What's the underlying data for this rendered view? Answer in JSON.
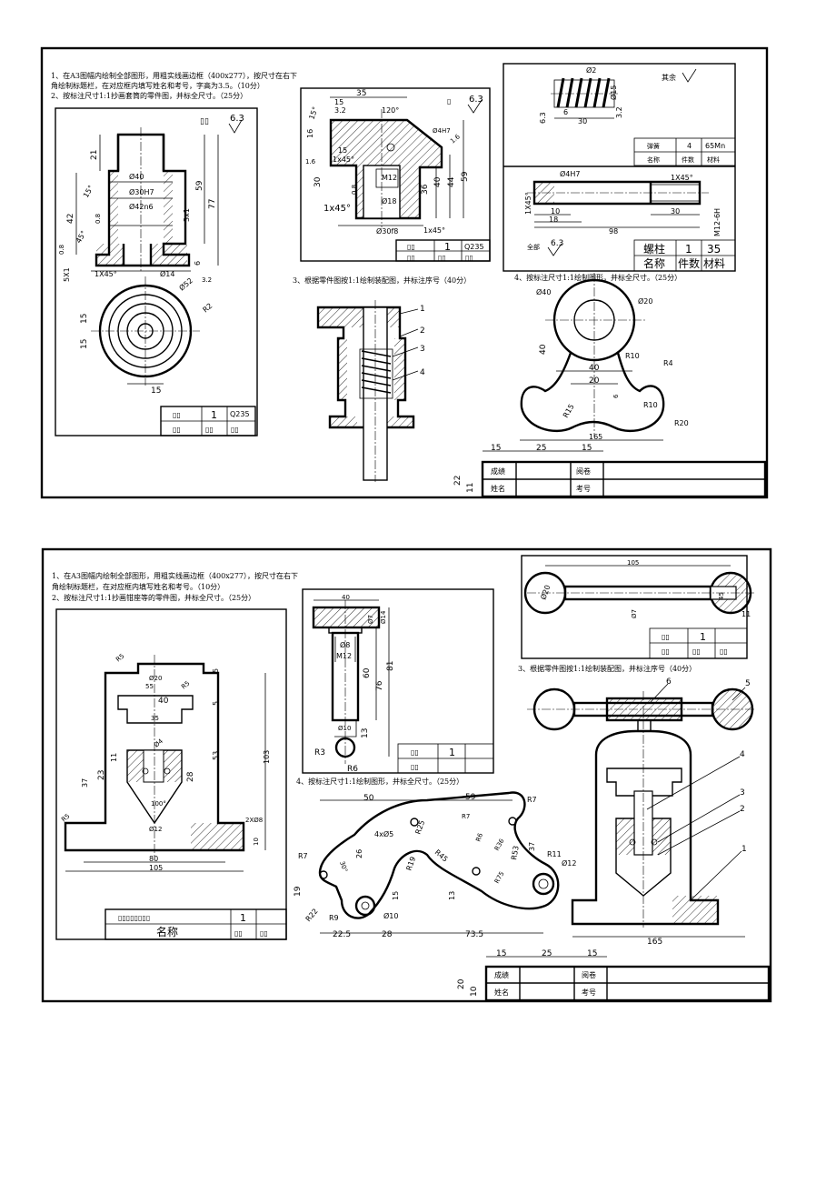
{
  "sheet1": {
    "instructions": [
      "1、在A3图幅内绘制全部图形，用粗实线画边框（400x277），按尺寸在右下",
      "角绘制标题栏，在对应框内填写姓名和考号，字高为3.5。（10分）",
      "2、按标注尺寸1:1抄画套筒的零件图，并标全尺寸。（25分）"
    ],
    "task3": "3、根据零件图按1:1绘制装配图，并标注序号（40分）",
    "task4": "4、按标注尺寸1:1绘制图形，并标全尺寸。（25分）",
    "sleeve": {
      "roughness_corner": "6.3",
      "dims": [
        "21",
        "Ø40",
        "Ø30H7",
        "Ø42n6",
        "59",
        "77",
        "3x1",
        "15°",
        "0.8",
        "42",
        "45°",
        "0.8",
        "6",
        "5X1",
        "1X45°",
        "Ø14",
        "3.2",
        "Ø52",
        "R2",
        "15",
        "15",
        "15",
        "0.8"
      ],
      "title_qty": "1",
      "title_mat": "Q235"
    },
    "clamp": {
      "roughness_corner": "6.3",
      "dims": [
        "35",
        "15°",
        "15",
        "3.2",
        "120°",
        "Ø4H7",
        "1.6",
        "16",
        "1.6",
        "15",
        "1x45°",
        "M12",
        "30",
        "0.8",
        "Ø18",
        "36",
        "40",
        "44",
        "59",
        "1x45°",
        "Ø30f8",
        "1x45°"
      ],
      "title_qty": "1",
      "title_mat": "Q235"
    },
    "spring": {
      "corner_label": "其余",
      "dims": [
        "Ø2",
        "Ø15",
        "6",
        "30",
        "6.3",
        "3.2"
      ],
      "table": [
        [
          "弹簧",
          "4",
          "65Mn"
        ],
        [
          "名称",
          "件数",
          "材料"
        ]
      ]
    },
    "screw": {
      "dims": [
        "Ø4H7",
        "1X45°",
        "1X45°",
        "10",
        "18",
        "30",
        "98",
        "M12-6H"
      ],
      "corner_label": "全部",
      "roughness": "6.3",
      "table": [
        [
          "螺柱",
          "1",
          "35"
        ],
        [
          "名称",
          "件数",
          "材料"
        ]
      ]
    },
    "assembly_labels": [
      "1",
      "2",
      "3",
      "4"
    ],
    "hook": {
      "dims": [
        "Ø40",
        "Ø20",
        "40",
        "R10",
        "R4",
        "40",
        "20",
        "6",
        "R10",
        "R15",
        "R20",
        "165"
      ]
    },
    "titleblock": {
      "widths": [
        "15",
        "25",
        "15"
      ],
      "heights": [
        "22",
        "11"
      ],
      "cells": [
        "成绩",
        "阅卷",
        "姓名",
        "考号"
      ]
    }
  },
  "sheet2": {
    "instructions": [
      "1、在A3图幅内绘制全部图形，用粗实线画边框（400x277），按尺寸在右下",
      "角绘制标题栏，在对应框内填写姓名和考号。（10分）",
      "2、按标注尺寸1:1抄画钳座等的零件图，并标全尺寸。（25分）"
    ],
    "task3": "3、根据零件图按1:1绘制装配图，并标注序号（40分）",
    "task4": "4、按标注尺寸1:1绘制图形，并标全尺寸。（25分）",
    "base": {
      "dims": [
        "R5",
        "Ø20",
        "55",
        "R5",
        "5",
        "40",
        "5",
        "35",
        "Ø4",
        "11",
        "23",
        "28",
        "53",
        "37",
        "100°",
        "103",
        "Ø12",
        "R5",
        "2XØ8",
        "10",
        "80",
        "105"
      ],
      "name_label": "名称",
      "qty": "1"
    },
    "screw": {
      "dims": [
        "40",
        "Ø7",
        "Ø14",
        "Ø8",
        "M12",
        "60",
        "76",
        "81",
        "Ø10",
        "13",
        "R3",
        "R6"
      ],
      "qty": "1"
    },
    "handle": {
      "dims": [
        "105",
        "Ø20",
        "45",
        "Ø7",
        "11"
      ],
      "qty": "1"
    },
    "assembly_labels": [
      "6",
      "5",
      "4",
      "3",
      "2",
      "1"
    ],
    "assembly_width": "165",
    "bracket": {
      "dims": [
        "50",
        "59",
        "R7",
        "4xØ5",
        "R25",
        "R7",
        "R6",
        "R36",
        "R53",
        "37",
        "R7",
        "30°",
        "26",
        "R45",
        "R19",
        "R11",
        "Ø12",
        "R75",
        "19",
        "15",
        "13",
        "R22",
        "R9",
        "Ø10",
        "22.5",
        "28",
        "73.5"
      ]
    },
    "titleblock": {
      "widths": [
        "15",
        "25",
        "15"
      ],
      "heights": [
        "20",
        "10"
      ],
      "cells": [
        "成绩",
        "阅卷",
        "姓名",
        "考号"
      ]
    }
  }
}
